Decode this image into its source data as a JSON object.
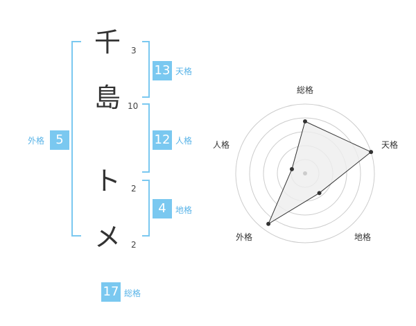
{
  "name": {
    "characters": [
      {
        "char": "千",
        "strokes": "3"
      },
      {
        "char": "島",
        "strokes": "10"
      },
      {
        "char": "ト",
        "strokes": "2"
      },
      {
        "char": "メ",
        "strokes": "2"
      }
    ]
  },
  "fortunes": {
    "tenkaku": {
      "value": "13",
      "label": "天格"
    },
    "jinkaku": {
      "value": "12",
      "label": "人格"
    },
    "chikaku": {
      "value": "4",
      "label": "地格"
    },
    "gaikaku": {
      "value": "5",
      "label": "外格"
    },
    "soukaku": {
      "value": "17",
      "label": "総格"
    }
  },
  "radar": {
    "axes": [
      "総格",
      "天格",
      "地格",
      "外格",
      "人格"
    ],
    "values": [
      0.75,
      1.0,
      0.35,
      0.9,
      0.2
    ],
    "grid_levels": 5,
    "colors": {
      "grid": "#cccccc",
      "fill": "#eeeeee",
      "stroke": "#333333",
      "point": "#333333",
      "center": "#cccccc"
    }
  },
  "colors": {
    "bracket": "#7ac8f0",
    "badge": "#7ac8f0",
    "badge_text": "#ffffff",
    "label": "#5ab4e8"
  }
}
